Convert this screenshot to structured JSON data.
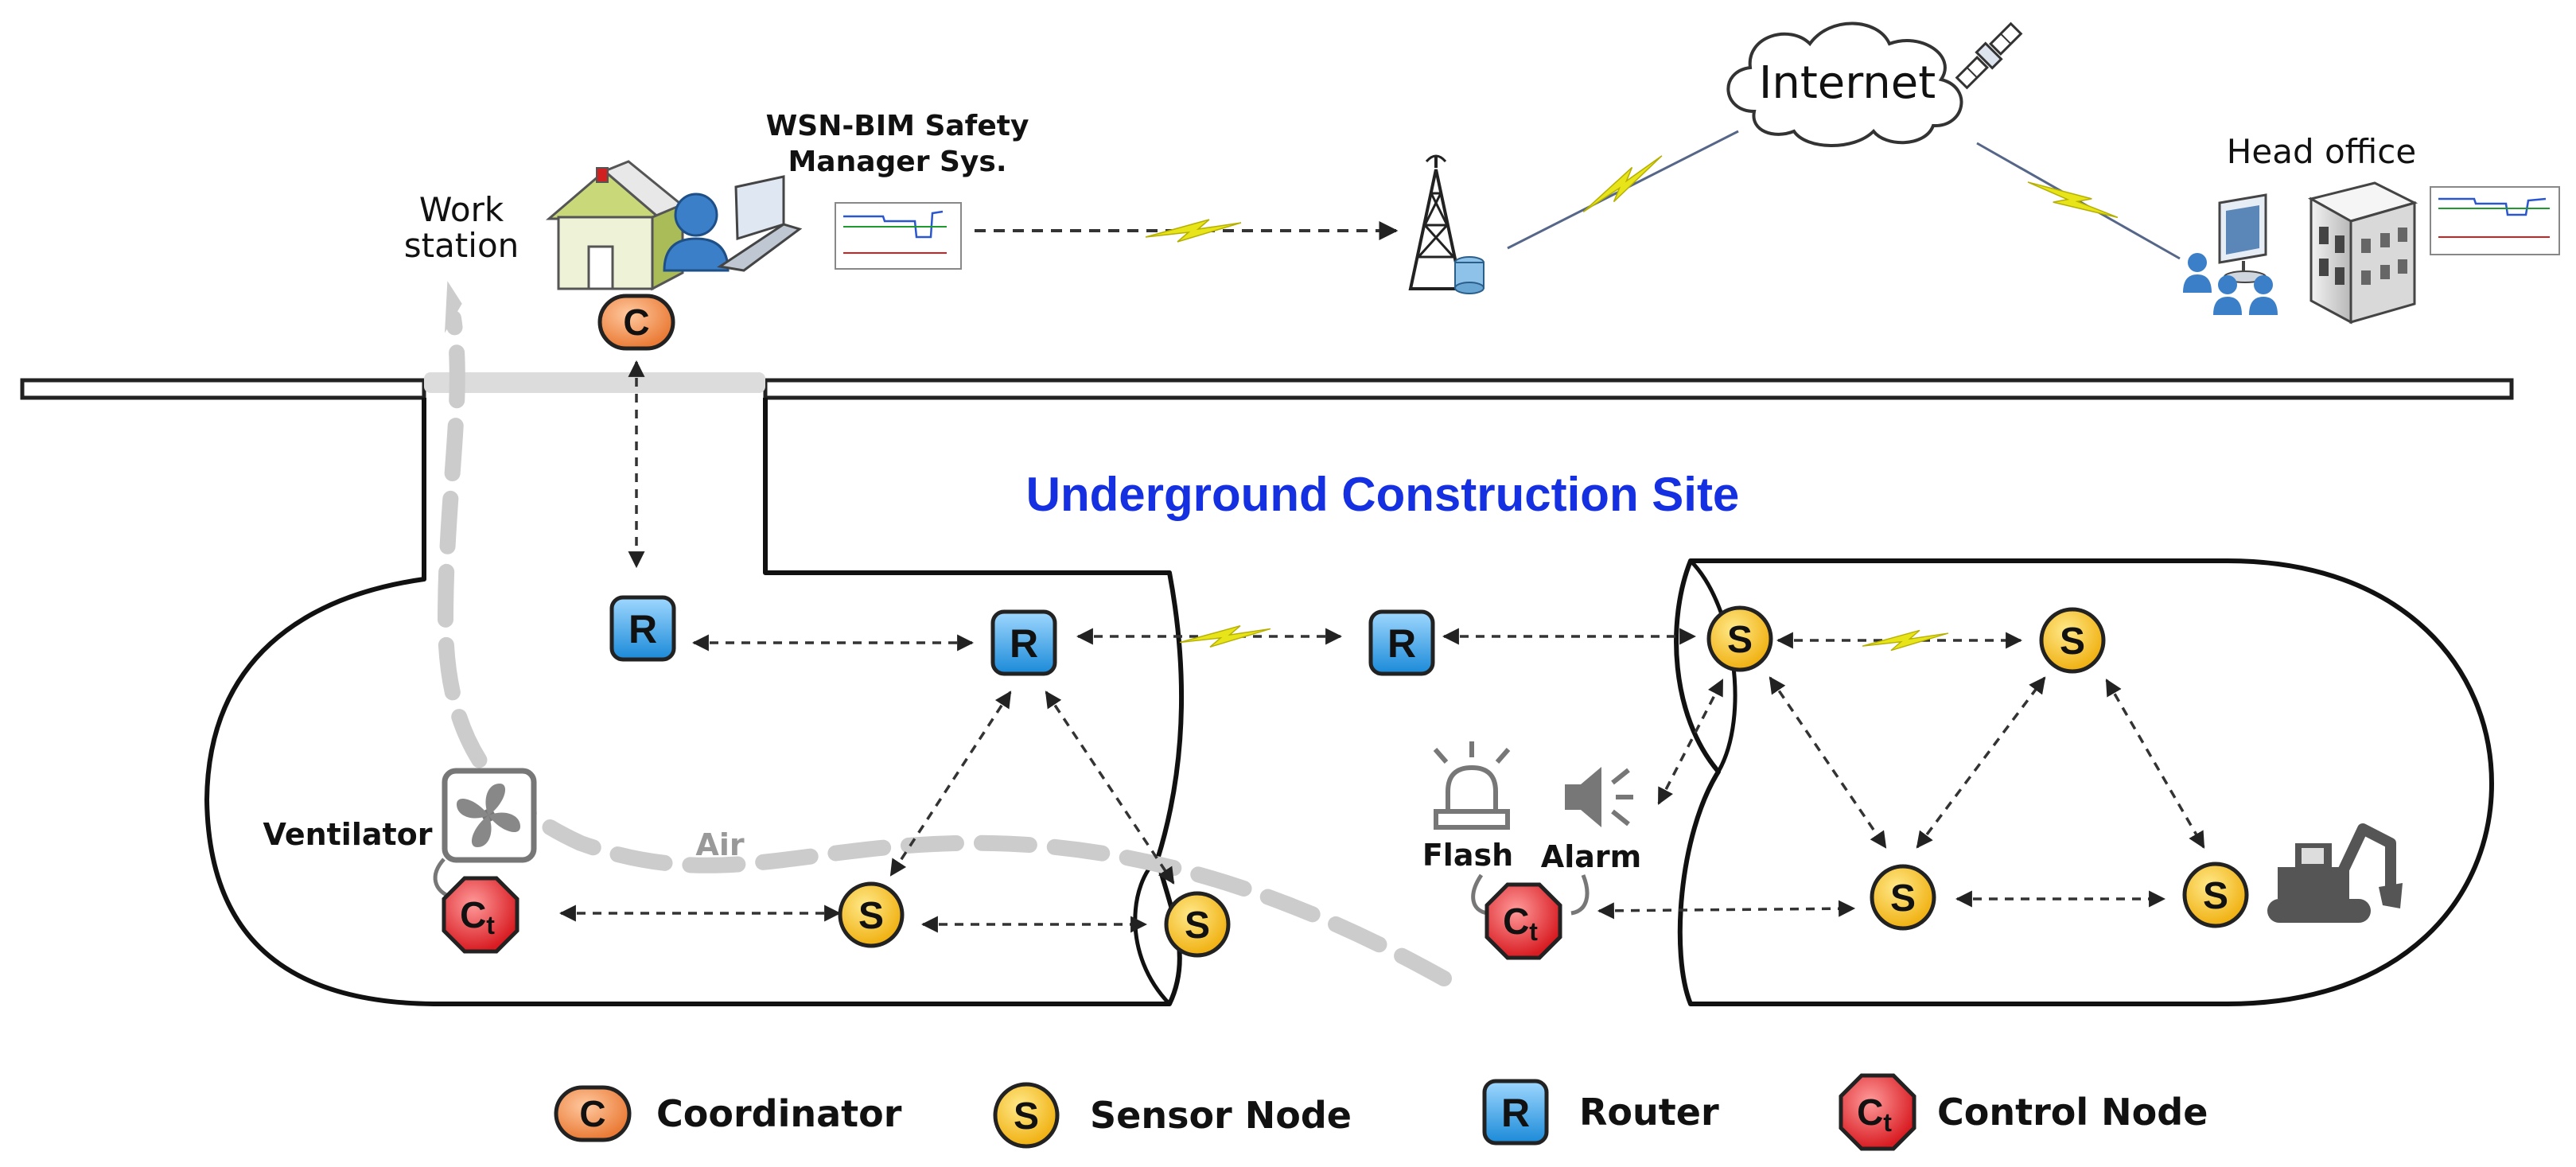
{
  "labels": {
    "work_station_line1": "Work",
    "work_station_line2": "station",
    "wsn_bim_line1": "WSN-BIM Safety",
    "wsn_bim_line2": "Manager Sys.",
    "internet": "Internet",
    "head_office": "Head office",
    "site_title": "Underground Construction Site",
    "ventilator": "Ventilator",
    "air": "Air",
    "flash": "Flash",
    "alarm": "Alarm"
  },
  "node_letters": {
    "coordinator": "C",
    "router": "R",
    "sensor": "S",
    "control": "C",
    "control_sub": "t"
  },
  "legend": [
    {
      "symbol": "coordinator",
      "label": "Coordinator"
    },
    {
      "symbol": "sensor",
      "label": "Sensor Node"
    },
    {
      "symbol": "router",
      "label": "Router"
    },
    {
      "symbol": "control",
      "label": "Control Node"
    }
  ],
  "colors": {
    "coordinator": "#f0894a",
    "sensor": "#f5bd1e",
    "router": "#2b9be0",
    "control": "#e0242a",
    "title_blue": "#1530e0",
    "wireless": "#e8e41a",
    "air_flow": "#cccccc"
  },
  "icons": {
    "work_station": "house-icon",
    "operator": "user-laptop-icon",
    "tower": "antenna-tower-icon",
    "satellite": "satellite-icon",
    "head_office": "office-building-icon",
    "ventilator": "fan-icon",
    "flash": "warning-light-icon",
    "alarm": "speaker-icon",
    "excavator": "excavator-icon"
  }
}
